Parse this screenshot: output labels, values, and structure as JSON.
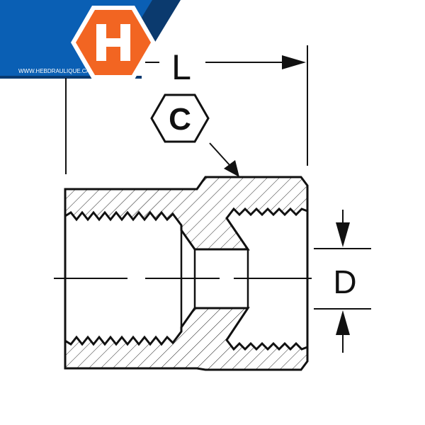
{
  "logo": {
    "letter": "H",
    "url_text": "WWW.HEBDRAULIQUE.CA"
  },
  "dimensions": {
    "length_label": "L",
    "hex_label": "C",
    "diameter_label": "D"
  },
  "colors": {
    "brand_blue": "#0a5fb4",
    "brand_navy": "#0b3a6e",
    "brand_orange": "#f26522",
    "line": "#111111"
  }
}
